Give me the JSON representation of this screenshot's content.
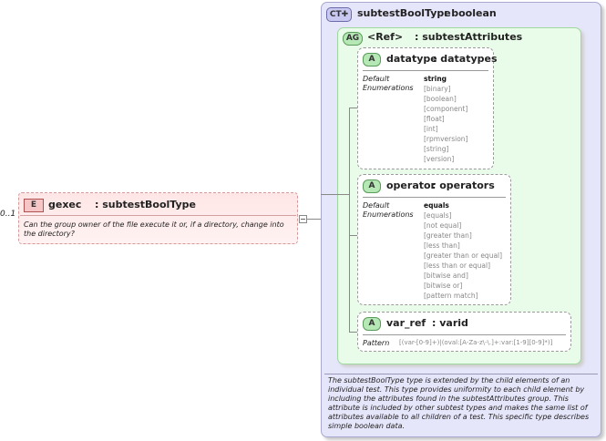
{
  "element": {
    "occurrence": "0..1",
    "badge": "E",
    "name": "gexec",
    "type": ": subtestBoolType",
    "description": "Can the group owner of the file execute it or, if a directory, change into the directory?"
  },
  "complex_type": {
    "badge": "CT",
    "name": "subtestBoolType",
    "type": ": boolean",
    "description": "The subtestBoolType type is extended by the child elements of an individual test.  This type provides uniformity to each child element by including the attributes found in the subtestAttributes group.  This attribute is included by other subtest types and makes the same list of attributes available to all children of a test.  This specific type describes simple boolean data."
  },
  "attribute_group": {
    "badge": "AG",
    "name": "<Ref>",
    "type": ": subtestAttributes"
  },
  "attributes": [
    {
      "badge": "A",
      "name": "datatype",
      "type": ": datatypes",
      "default_label": "Default",
      "enum_label": "Enumerations",
      "default": "string",
      "enumerations": [
        "[binary]",
        "[boolean]",
        "[component]",
        "[float]",
        "[int]",
        "[rpmversion]",
        "[string]",
        "[version]"
      ]
    },
    {
      "badge": "A",
      "name": "operator",
      "type": ": operators",
      "default_label": "Default",
      "enum_label": "Enumerations",
      "default": "equals",
      "enumerations": [
        "[equals]",
        "[not equal]",
        "[greater than]",
        "[less than]",
        "[greater than or equal]",
        "[less than or equal]",
        "[bitwise and]",
        "[bitwise or]",
        "[pattern match]"
      ]
    },
    {
      "badge": "A",
      "name": "var_ref",
      "type": ": varid",
      "pattern_label": "Pattern",
      "pattern": "[(var-[0-9]+)|(oval:[A-Za-z\\-\\.]+:var:[1-9][0-9]*)]"
    }
  ]
}
